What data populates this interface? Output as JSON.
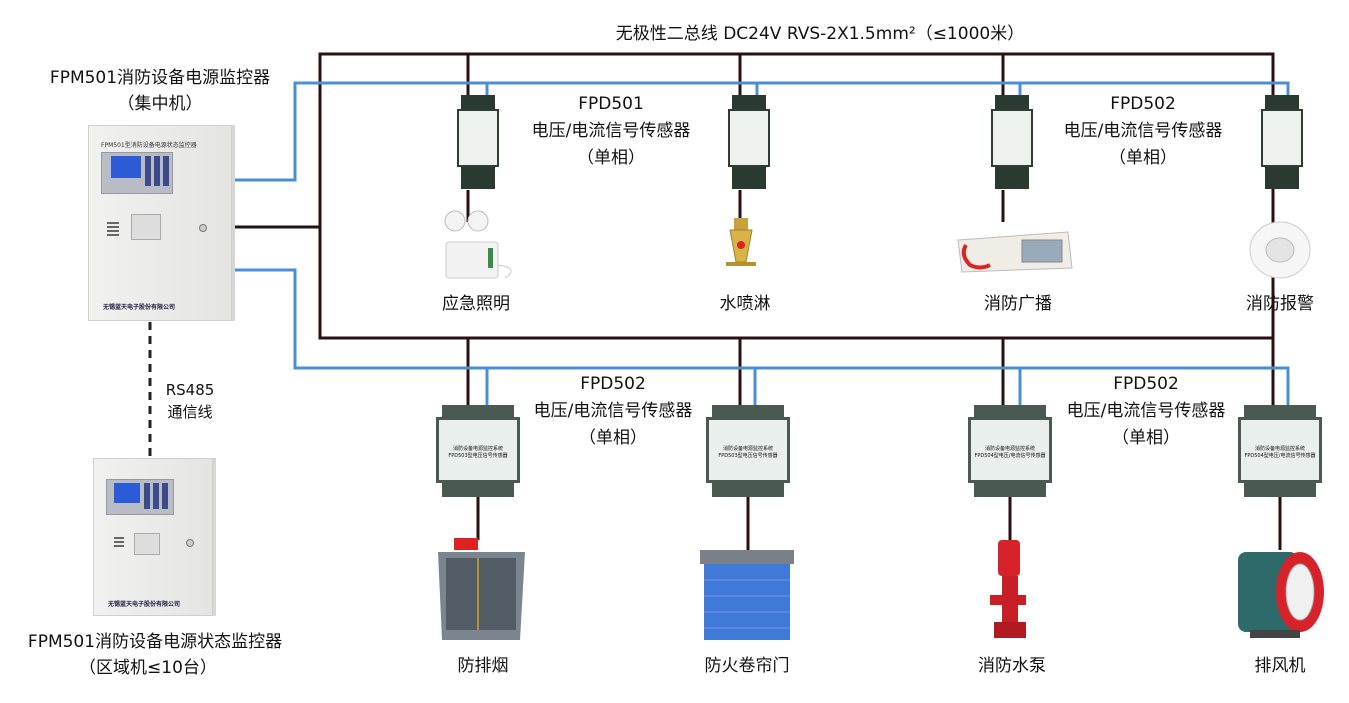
{
  "bus_title": "无极性二总线 DC24V RVS-2X1.5mm²（≤1000米）",
  "main_controller": {
    "title": "FPM501消防设备电源监控器",
    "subtitle": "（集中机）",
    "panel_label": "FPM501型消防设备电源状态监控器",
    "brand": "无锡蓝天电子股份有限公司"
  },
  "comm_line": {
    "line1": "RS485",
    "line2": "通信线"
  },
  "area_controller": {
    "title": "FPM501消防设备电源状态监控器",
    "subtitle": "（区域机≤10台）",
    "brand": "无锡蓝天电子股份有限公司"
  },
  "sensor_groups": [
    {
      "model": "FPD501",
      "type": "电压/电流信号传感器",
      "phase": "（单相）"
    },
    {
      "model": "FPD502",
      "type": "电压/电流信号传感器",
      "phase": "（单相）"
    },
    {
      "model": "FPD502",
      "type": "电压/电流信号传感器",
      "phase": "（单相）"
    },
    {
      "model": "FPD502",
      "type": "电压/电流信号传感器",
      "phase": "（单相）"
    }
  ],
  "module_labels": [
    "消防设备电源监控系统",
    "FPD503型电压信号传感器",
    "FPD504型电压/电流信号传感器"
  ],
  "top_devices": [
    {
      "label": "应急照明",
      "icon": "emergency-light-icon"
    },
    {
      "label": "水喷淋",
      "icon": "sprinkler-icon"
    },
    {
      "label": "消防广播",
      "icon": "broadcast-icon"
    },
    {
      "label": "消防报警",
      "icon": "smoke-detector-icon"
    }
  ],
  "bottom_devices": [
    {
      "label": "防排烟",
      "icon": "smoke-damper-icon"
    },
    {
      "label": "防火卷帘门",
      "icon": "rolling-shutter-icon"
    },
    {
      "label": "消防水泵",
      "icon": "fire-pump-icon"
    },
    {
      "label": "排风机",
      "icon": "exhaust-fan-icon"
    }
  ],
  "colors": {
    "bus": "#2a1010",
    "signal": "#4a8fd4"
  }
}
